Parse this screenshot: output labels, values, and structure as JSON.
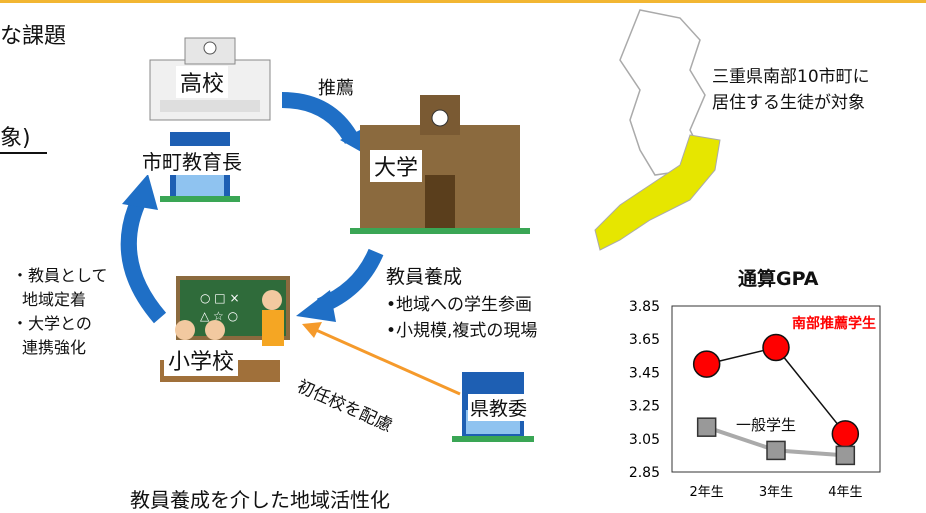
{
  "header": {
    "partial_title": "な課題",
    "partial_subtitle": "象)"
  },
  "cycle": {
    "high_school": "高校",
    "board_head": "市町教育長",
    "recommend": "推薦",
    "university": "大学",
    "training_title": "教員養成",
    "training_bullet1": "•地域への学生参画",
    "training_bullet2": "•小規模,複式の現場",
    "elementary": "小学校",
    "assign": "初任校を配慮",
    "prefecture_board": "県教委",
    "left_note1": "・教員として",
    "left_note2": "地域定着",
    "left_note3": "・大学との",
    "left_note4": "連携強化",
    "caption": "教員養成を介した地域活性化"
  },
  "map": {
    "caption_line1": "三重県南部10市町に",
    "caption_line2": "居住する生徒が対象",
    "highlight_color": "#e6e600"
  },
  "chart_data": {
    "type": "line",
    "title": "通算GPA",
    "categories": [
      "2年生",
      "3年生",
      "4年生"
    ],
    "ylim": [
      2.85,
      3.85
    ],
    "yticks": [
      "3.85",
      "3.65",
      "3.45",
      "3.25",
      "3.05",
      "2.85"
    ],
    "series": [
      {
        "name": "南部推薦学生",
        "values": [
          3.5,
          3.6,
          3.08
        ],
        "color": "#ff0000",
        "marker": "circle"
      },
      {
        "name": "一般学生",
        "values": [
          3.12,
          2.98,
          2.95
        ],
        "color": "#999999",
        "marker": "square"
      }
    ]
  }
}
